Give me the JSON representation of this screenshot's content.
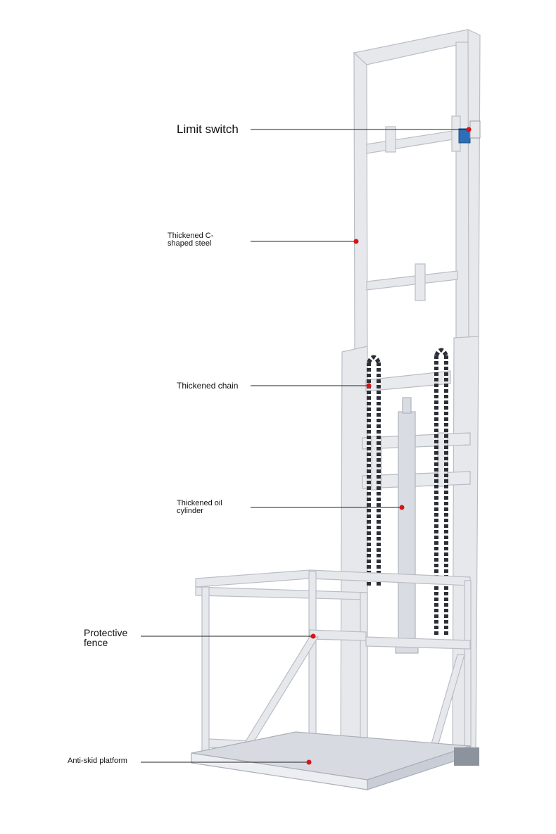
{
  "callouts": [
    {
      "id": "limit-switch",
      "lines": [
        "Limit switch"
      ]
    },
    {
      "id": "c-steel",
      "lines": [
        "Thickened C-",
        "shaped steel"
      ]
    },
    {
      "id": "chain",
      "lines": [
        "Thickened chain"
      ]
    },
    {
      "id": "oil-cylinder",
      "lines": [
        "Thickened oil",
        "cylinder"
      ]
    },
    {
      "id": "fence",
      "lines": [
        "Protective",
        "fence"
      ]
    },
    {
      "id": "platform",
      "lines": [
        "Anti-skid platform"
      ]
    }
  ],
  "colors": {
    "frame": "#e6e8ec",
    "frame_edge": "#b9bec6",
    "chain": "#2b2f36",
    "cylinder": "#d9dde3",
    "dot": "#d6141a",
    "line": "#222222",
    "switch": "#2a6fb8"
  }
}
